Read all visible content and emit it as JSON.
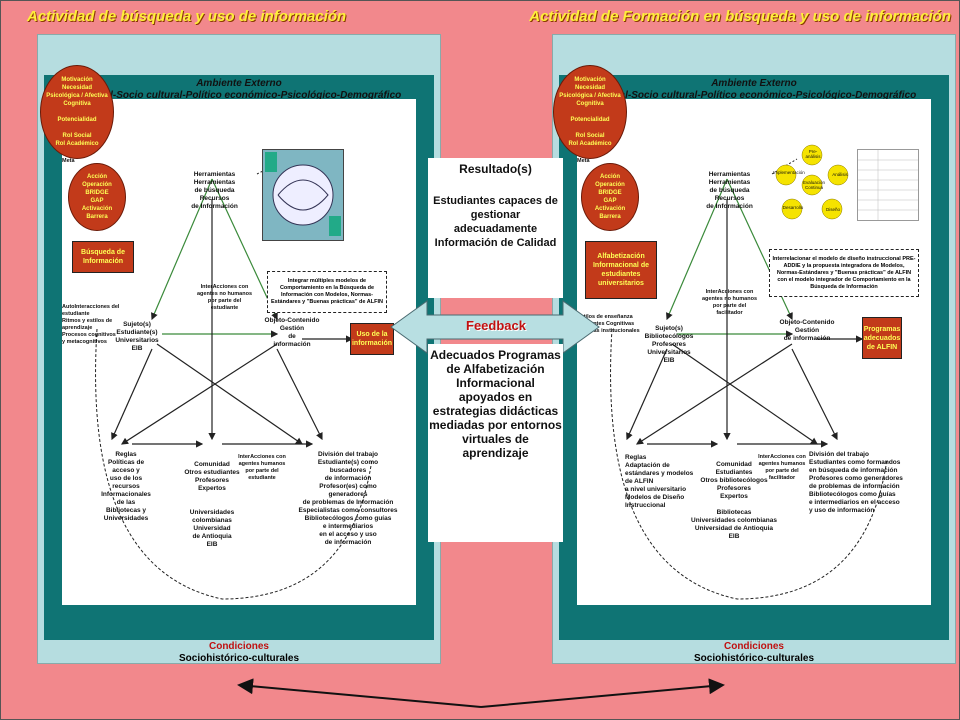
{
  "headers": {
    "left": "Actividad de búsqueda y uso de información",
    "right": "Actividad de Formación en búsqueda y uso de información"
  },
  "center": {
    "resultado_title": "Resultado(s)",
    "resultado_body": "Estudiantes capaces de gestionar adecuadamente Información de Calidad",
    "feedback": "Feedback",
    "programas": "Adecuados Programas de Alfabetización Informacional apoyados en estrategias didácticas mediadas por entornos virtuales de aprendizaje"
  },
  "left": {
    "ambiente": "Ambiente Externo",
    "ambiente_sub": "Laboral-Socio cultural-Político económico-Psicológico-Demográfico",
    "oval_top": "Motivación\nNecesidad\nPsicológica / Afectiva Cognitiva\n\nPotencialidad\n\nRol Social\nRol Académico",
    "meta": "Meta",
    "oval_mid": "Acción\nOperación\nBRIDGE\nGAP\nActivación\nBarrera",
    "busqueda_box": "Búsqueda de Información",
    "autointeracciones": "AutoInteracciones del estudiante\nRitmos y estilos de aprendizaje\nProcesos cognitivos\ny metacognitivos",
    "herramientas": "Herramientas\nHerramientas\nde búsqueda\nRecursos\nde Información",
    "integrar": "Integrar múltiples modelos de Comportamiento en la Búsqueda de Información con Modelos, Normas-Estándares y \"Buenas prácticas\" de ALFIN",
    "sujeto": "Sujeto(s)\nEstudiante(s)\nUniversitarios\nEIB",
    "interacciones_no_humanos": "InterAcciones con agentes no humanos por parte del estudiante",
    "objeto": "Objeto-Contenido\nGestión\nde\ninformación",
    "uso_box": "Uso de la información",
    "reglas": "Reglas\nPolíticas de\nacceso y\nuso de los\nrecursos\nInformacionales\nde las\nBibliotecas y\nUniversidades",
    "comunidad": "Comunidad\nOtros estudiantes\nProfesores\nExpertos\n\n\nUniversidades\ncolombianas\nUniversidad\nde Antioquia\nEIB",
    "interacciones_humanos": "InterAcciones con agentes humanos por parte del estudiante",
    "division": "División del trabajo\nEstudiante(s) como\nbuscadores\nde información\nProfesor(es) como\ngeneradores\nde problemas de Información\nEspecialistas como consultores\nBibliotecólogos como guías\ne intermediarios\nen el acceso y uso\nde información",
    "cond1": "Condiciones",
    "cond2": "Sociohistórico-culturales"
  },
  "right": {
    "ambiente": "Ambiente Externo",
    "ambiente_sub": "Laboral-Socio cultural-Político económico-Psicológico-Demográfico",
    "oval_top": "Motivación\nNecesidad\nPsicológica / Afectiva Cognitiva\n\nPotencialidad\n\nRol Social\nRol Académico",
    "meta": "Meta",
    "oval_mid": "Acción\nOperación\nBRIDGE\nGAP\nActivación\nBarrera",
    "alfab_box": "Alfabetización Informacional de estudiantes universitarios",
    "estilos": "Estilos de enseñanza\nCorrientes Cognitivas\nPolíticas institucionales",
    "herramientas": "Herramientas\nHerramientas\nde búsqueda\nRecursos\nde Información",
    "cycle": [
      "Pre-análisis",
      "Análisis",
      "Diseño",
      "Desarrollo",
      "Implementación",
      "Evaluación Continua"
    ],
    "interrelacionar": "Interrelacionar el modelo de diseño instruccional PRE-ADDIE y la propuesta integradora de Modelos, Normas-Estándares y \"Buenas prácticas\" de ALFIN con el modelo integrador de Comportamiento en la Búsqueda de Información",
    "sujeto": "Sujeto(s)\nBibliotecólogos\nProfesores\nUniversitarios\nEIB",
    "interacciones_no_humanos": "InterAcciones con agentes no humanos por parte del facilitador",
    "objeto": "Objeto-Contenido\nGestión\nde información",
    "programas_box": "Programas adecuados de ALFIN",
    "reglas": "Reglas\nAdaptación de\nestándares y modelos\nde ALFIN\na nivel universitario\nModelos de Diseño\nInstruccional",
    "comunidad": "Comunidad\nEstudiantes\nOtros bibliotecólogos\nProfesores\nExpertos\n\nBibliotecas\nUniversidades colombianas\nUniversidad de Antioquia\nEIB",
    "interacciones_humanos": "InterAcciones con agentes humanos por parte del facilitador",
    "division": "División del trabajo\nEstudiantes como formandos\nen búsqueda de información\nProfesores como generadores\nde problemas de información\nBibliotecólogos como guías\ne intermediarios en el acceso\ny uso de información",
    "cond1": "Condiciones",
    "cond2": "Sociohistórico-culturales"
  },
  "colors": {
    "background": "#f2888c",
    "panel": "#b6dde0",
    "teal": "#0f7474",
    "red_box": "#c23a1a",
    "header_text": "#ffef3a",
    "feedback_arrow": "#b8dfe2"
  }
}
